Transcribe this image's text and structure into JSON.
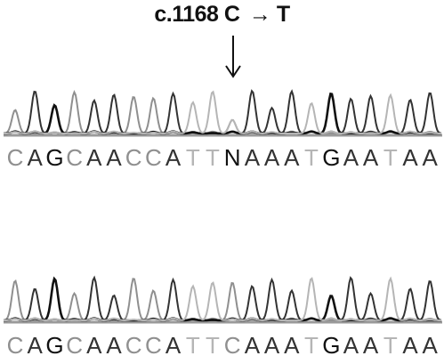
{
  "figure": {
    "mutation_label": "c.1168 C",
    "mutation_alt": "T",
    "arrow_glyph": "→",
    "colors": {
      "A": "#333333",
      "C": "#8f8f8f",
      "G": "#111111",
      "T": "#b5b5b5",
      "N": "#111111"
    }
  },
  "traces": [
    {
      "id": "mutant",
      "sequence": "CAGCAACCATTNAAATGAATAA"
    },
    {
      "id": "wildtype",
      "sequence": "CAGCAACCATTCAAATGAATAA"
    }
  ]
}
